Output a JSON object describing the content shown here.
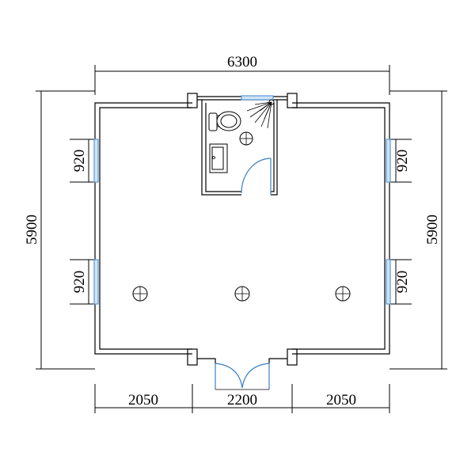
{
  "dimensions": {
    "top_total": "6300",
    "left_total": "5900",
    "right_total": "5900",
    "left_window_upper": "920",
    "left_window_lower": "920",
    "right_window_upper": "920",
    "right_window_lower": "920",
    "bottom_left": "2050",
    "bottom_center": "2200",
    "bottom_right": "2050"
  },
  "colors": {
    "walls": "#000000",
    "windows": "#5b9bd5",
    "doors": "#3b7fc4"
  },
  "icons": {
    "ceiling_light": "circle-cross",
    "toilet": "toilet",
    "sink": "washbasin",
    "shower": "shower-head"
  }
}
